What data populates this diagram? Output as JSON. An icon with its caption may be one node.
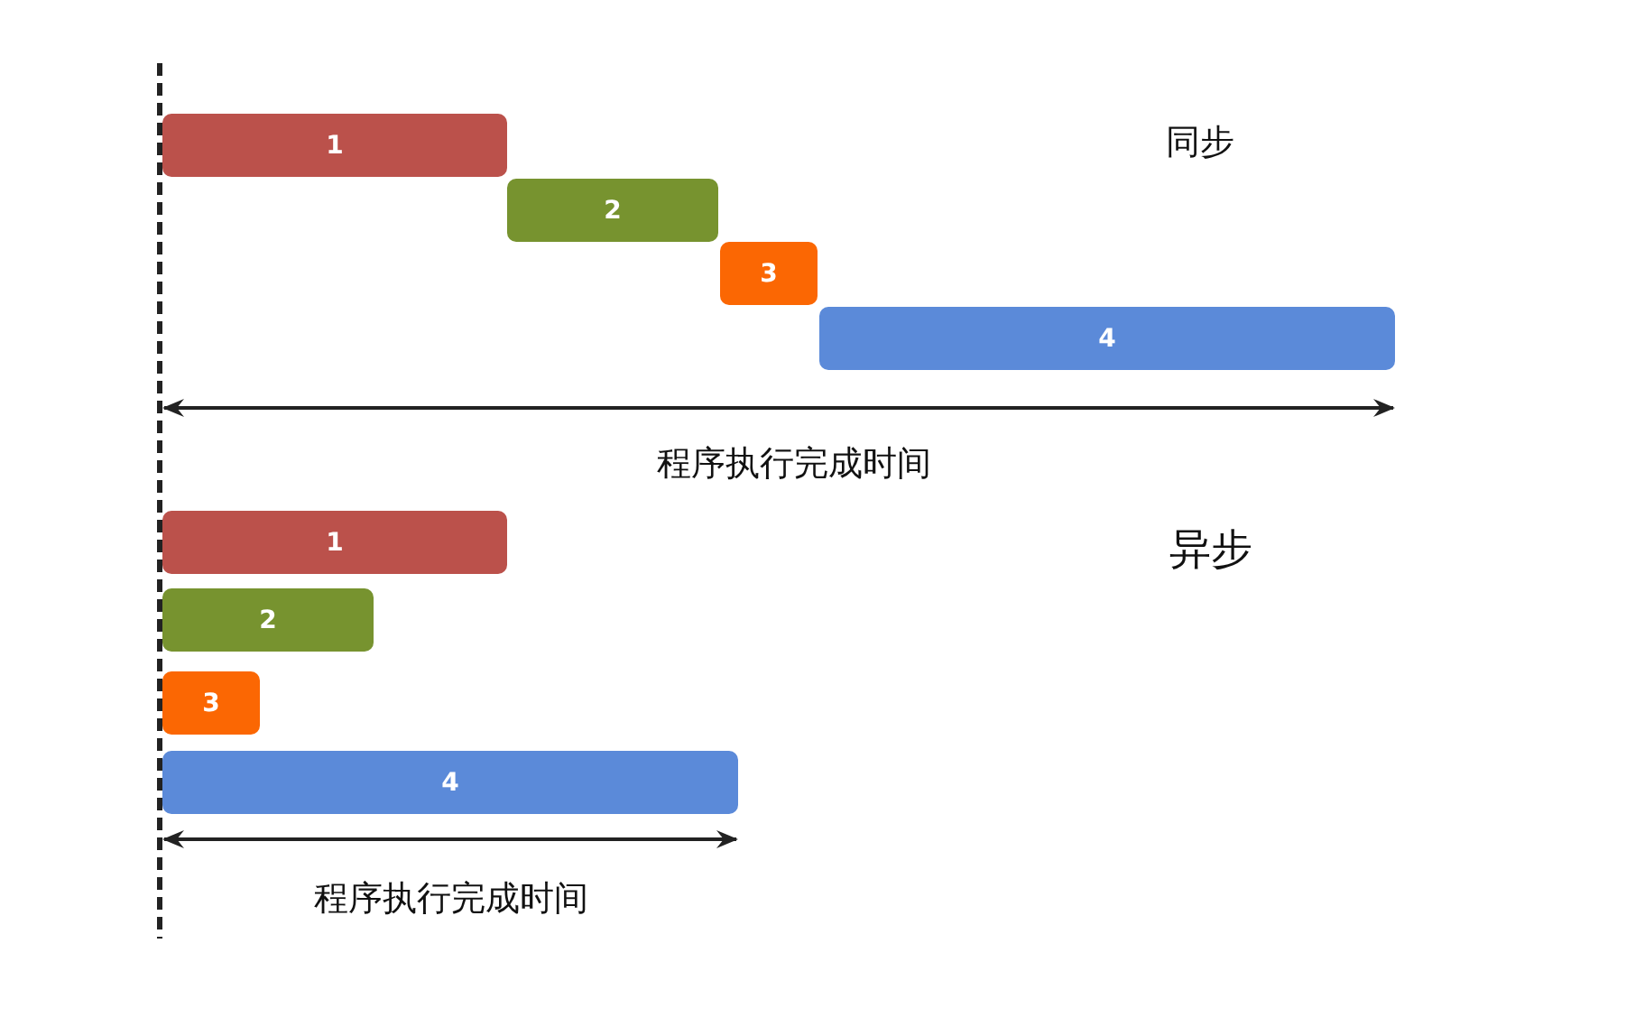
{
  "diagram": {
    "nodes": [
      {
        "text": [
          "1"
        ]
      },
      {
        "text": [
          "2"
        ]
      },
      {
        "text": [
          "3"
        ]
      },
      {
        "text": [
          "4"
        ]
      },
      {
        "text": [
          "1"
        ]
      },
      {
        "text": [
          "2"
        ]
      },
      {
        "text": [
          "3"
        ]
      },
      {
        "text": [
          "4"
        ]
      }
    ],
    "labels": [
      "同步",
      "程序执行完成时间",
      "异步",
      "程序执行完成时间"
    ]
  }
}
